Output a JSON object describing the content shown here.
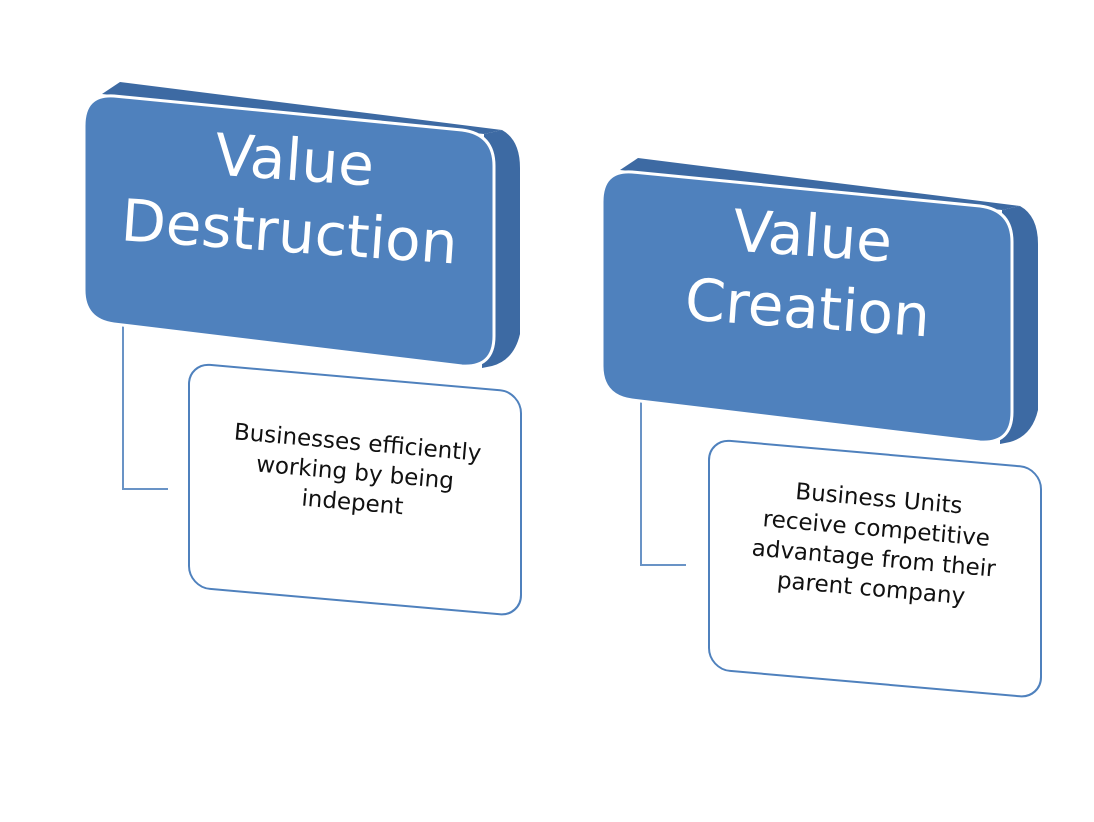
{
  "colors": {
    "header_fill": "#4f81bd",
    "header_side": "#3d6aa3",
    "header_edge": "#ffffff",
    "detail_border": "#4f81bd",
    "detail_fill": "#ffffff",
    "text_dark": "#111111",
    "text_light": "#ffffff"
  },
  "groups": [
    {
      "header_lines": [
        "Value",
        "Destruction"
      ],
      "detail_lines": [
        "Businesses efficiently",
        "working by being",
        "indepent"
      ]
    },
    {
      "header_lines": [
        "Value",
        "Creation"
      ],
      "detail_lines": [
        "Business Units",
        "receive competitive",
        "advantage from their",
        "parent company"
      ]
    }
  ]
}
